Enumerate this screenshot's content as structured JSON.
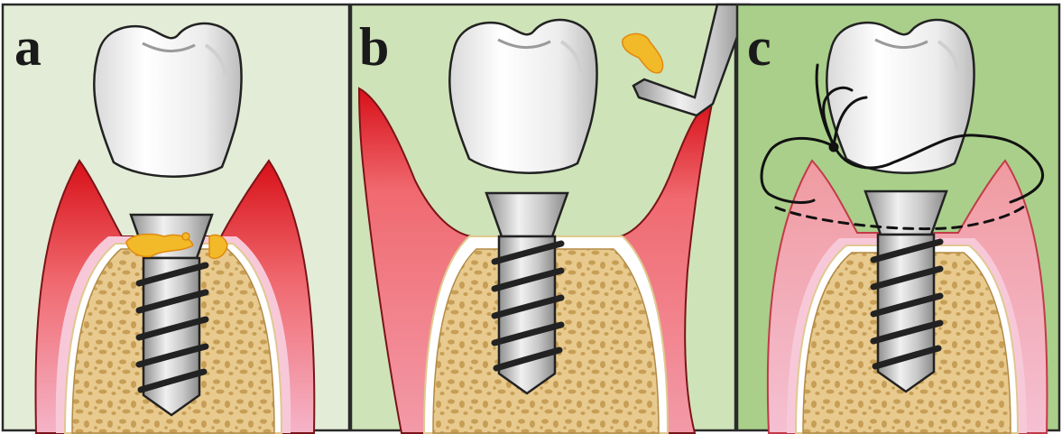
{
  "panels": [
    {
      "id": "a",
      "label": "a",
      "background": "#e3ecd6",
      "state": "inflamed-gingiva-with-plaque"
    },
    {
      "id": "b",
      "label": "b",
      "background": "#cfe3b8",
      "state": "flap-reflected-debridement"
    },
    {
      "id": "c",
      "label": "c",
      "background": "#a9cf8a",
      "state": "flap-sutured"
    }
  ],
  "colors": {
    "border": "#2a2a2a",
    "gum_inflamed": "#e3242b",
    "gum_pink": "#f2a0a6",
    "bone": "#e6c88a",
    "bone_spots": "#c9a25a",
    "implant_metal": "#b9b9b9",
    "crown": "#f4f4f4",
    "plaque": "#f2b928",
    "suture": "#111111"
  },
  "icons": [
    "dental-implant-icon",
    "crown-icon",
    "curette-icon",
    "suture-icon"
  ]
}
